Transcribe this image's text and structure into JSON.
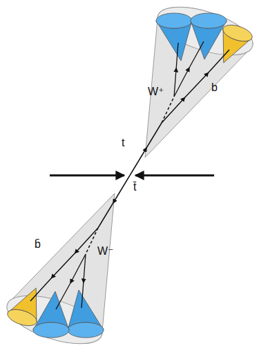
{
  "diagram": {
    "labels": [
      "W⁺",
      "b",
      "t",
      "t̄",
      "b̄",
      "W⁻"
    ]
  }
}
